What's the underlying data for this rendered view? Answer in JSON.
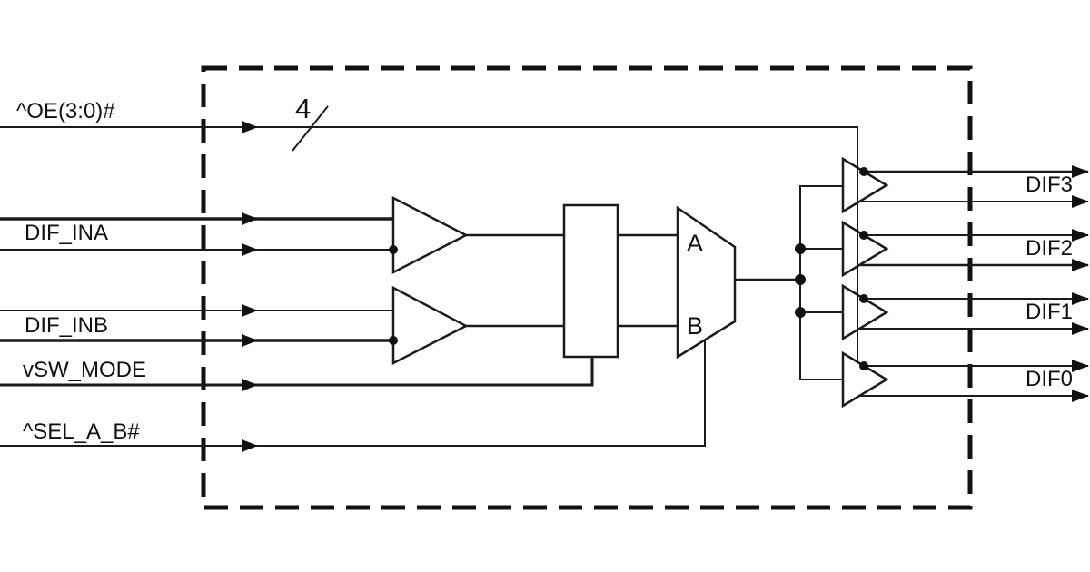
{
  "diagram": {
    "boundary_style": "dashed",
    "inputs": [
      {
        "id": "oe",
        "label": "^OE(3:0)#",
        "bus_width": "4"
      },
      {
        "id": "dif_ina",
        "label": "DIF_INA"
      },
      {
        "id": "dif_inb",
        "label": "DIF_INB"
      },
      {
        "id": "vsw_mode",
        "label": "vSW_MODE"
      },
      {
        "id": "sel_a_b",
        "label": "^SEL_A_B#"
      }
    ],
    "outputs": [
      {
        "id": "dif3",
        "label": "DIF3"
      },
      {
        "id": "dif2",
        "label": "DIF2"
      },
      {
        "id": "dif1",
        "label": "DIF1"
      },
      {
        "id": "dif0",
        "label": "DIF0"
      }
    ],
    "mux": {
      "port_a": "A",
      "port_b": "B"
    },
    "colors": {
      "line": "#1b1b1b",
      "background": "#ffffff"
    }
  }
}
